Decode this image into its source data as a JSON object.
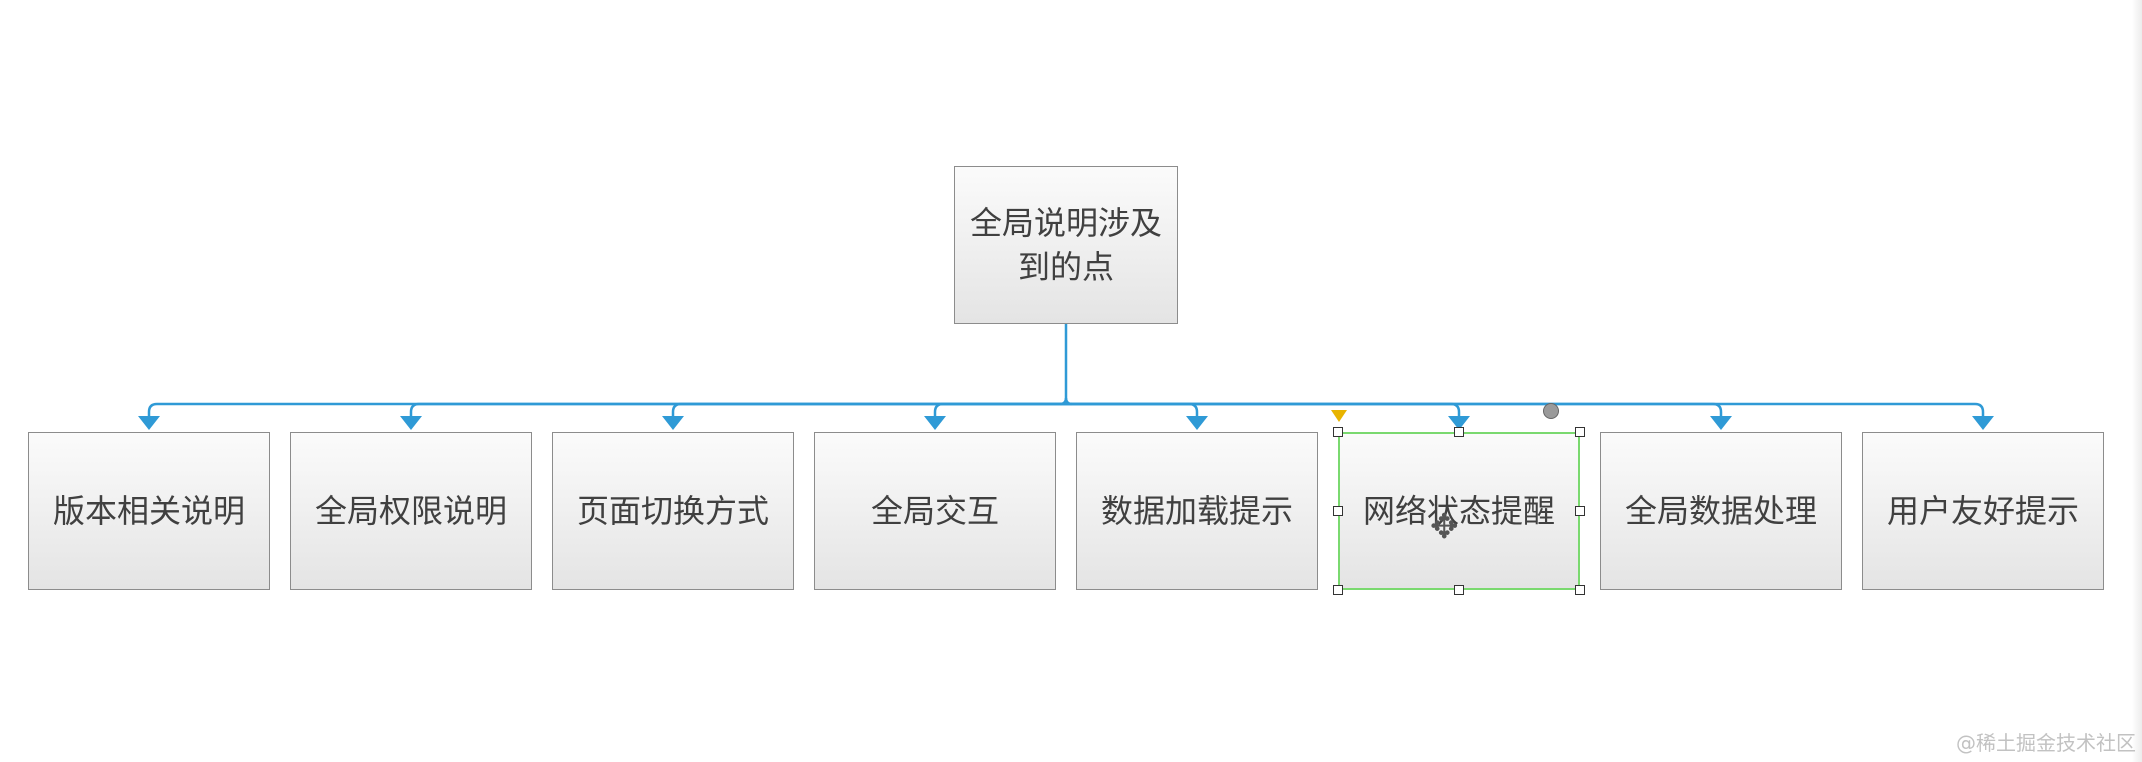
{
  "root": {
    "label_line1": "全局说明涉及",
    "label_line2": "到的点"
  },
  "children": [
    "版本相关说明",
    "全局权限说明",
    "页面切换方式",
    "全局交互",
    "数据加载提示",
    "网络状态提醒",
    "全局数据处理",
    "用户友好提示"
  ],
  "selected_index": 5,
  "watermark": "@稀土掘金技术社区",
  "colors": {
    "connector": "#2f9ad6",
    "node_border": "#8c8c8c",
    "selection": "#7ad96f"
  },
  "icons": [
    "arrow-down-icon",
    "move-cursor-icon",
    "rotate-handle-icon",
    "anchor-marker-icon"
  ]
}
